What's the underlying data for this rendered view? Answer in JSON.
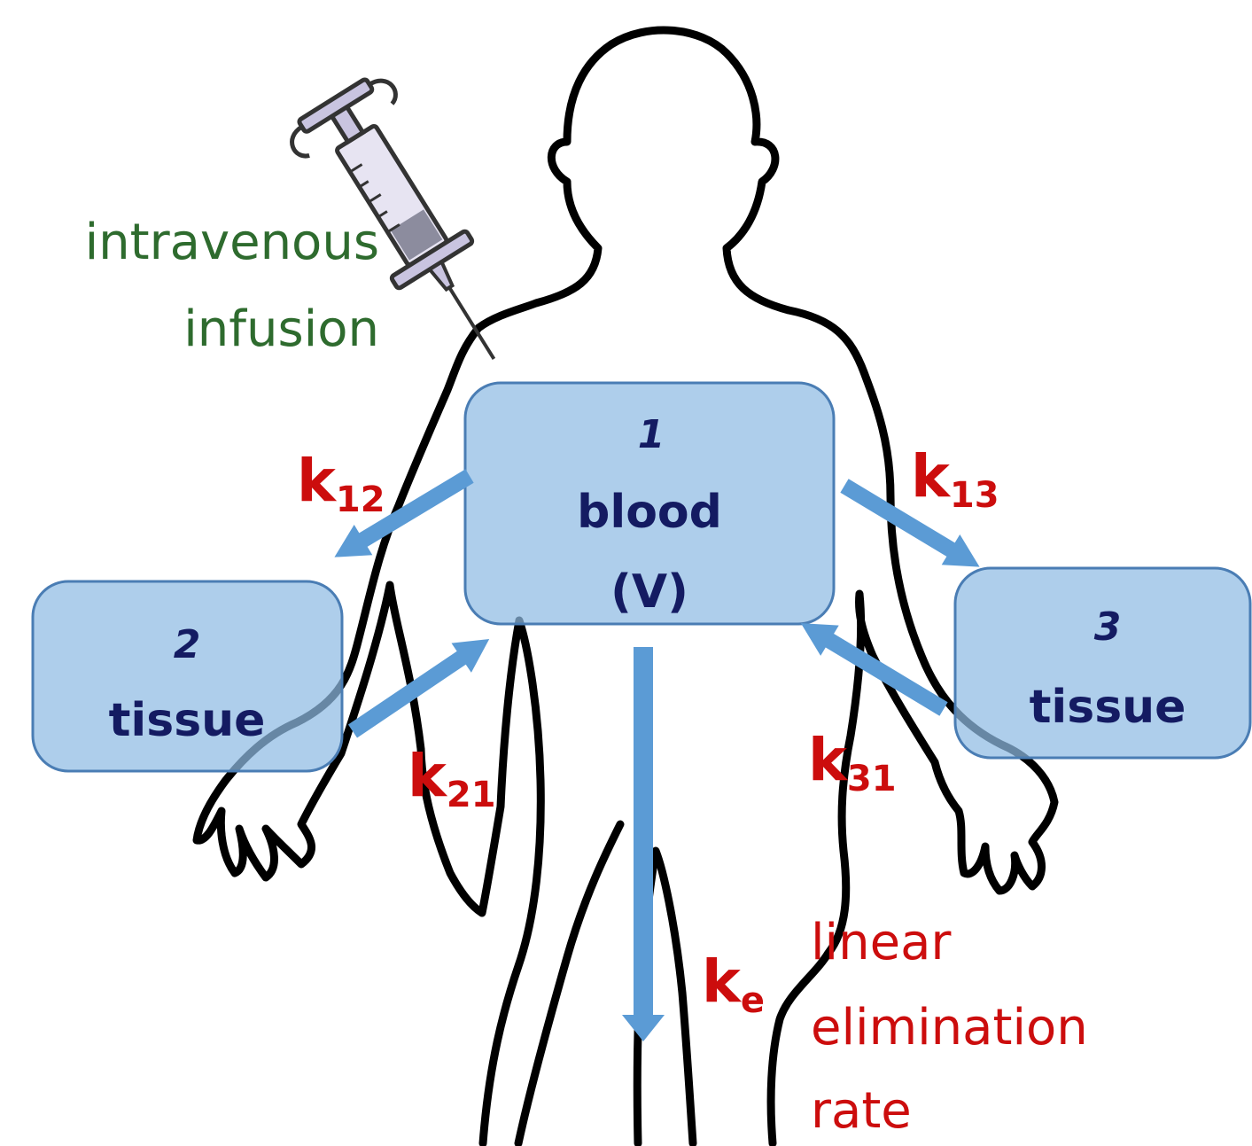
{
  "infusion": {
    "line1": "intravenous",
    "line2": "infusion"
  },
  "compartments": [
    {
      "number": "1",
      "label": "blood",
      "volume": "(V)"
    },
    {
      "number": "2",
      "label": "tissue"
    },
    {
      "number": "3",
      "label": "tissue"
    }
  ],
  "rates": {
    "k12": {
      "base": "k",
      "sub": "12"
    },
    "k21": {
      "base": "k",
      "sub": "21"
    },
    "k13": {
      "base": "k",
      "sub": "13"
    },
    "k31": {
      "base": "k",
      "sub": "31"
    },
    "ke": {
      "base": "k",
      "sub": "e"
    }
  },
  "elimination": {
    "line1": "linear",
    "line2": "elimination",
    "line3": "rate"
  },
  "colors": {
    "box_fill": "#8fbbe3",
    "arrow": "#5b9bd5",
    "compartment_text": "#141b62",
    "rate_text": "#cc0d0d",
    "infusion_text": "#2e6b2e"
  }
}
